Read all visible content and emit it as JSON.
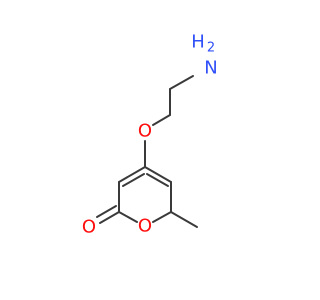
{
  "colors": {
    "bond": "#3a3a3a",
    "oxygen": "#ff0d0d",
    "nitrogen": "#3050f8",
    "background": "#ffffff"
  },
  "atoms": {
    "amine": {
      "symbol": "N",
      "hydrogens": "H",
      "count": "2"
    },
    "ether_oxygen": {
      "symbol": "O"
    },
    "ring_oxygen": {
      "symbol": "O"
    },
    "carbonyl_oxygen": {
      "symbol": "O"
    }
  }
}
